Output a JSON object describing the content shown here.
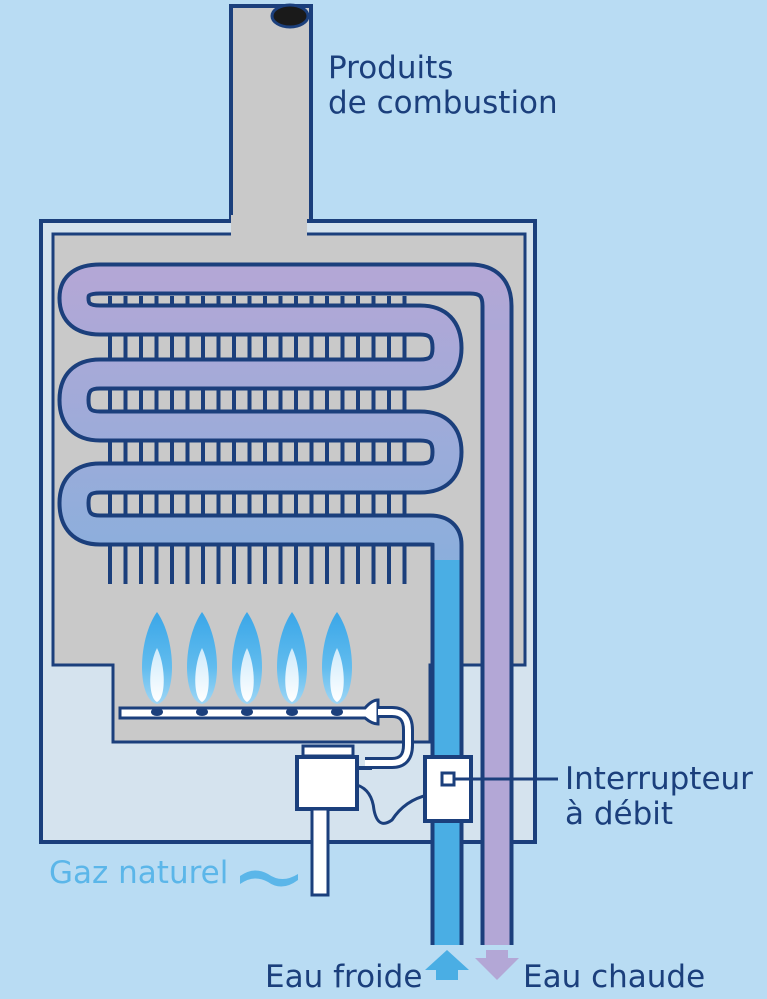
{
  "labels": {
    "combustion_line1": "Produits",
    "combustion_line2": "de combustion",
    "switch_line1": "Interrupteur",
    "switch_line2": "à débit",
    "gas": "Gaz naturel",
    "cold_water": "Eau froide",
    "hot_water": "Eau chaude"
  },
  "colors": {
    "background": "#b9dcf3",
    "outline": "#1b3f7c",
    "casing_fill": "#c9c9c9",
    "casing_lower": "#d5e3ee",
    "cold_water": "#4aaee4",
    "hot_water": "#b3a7d6",
    "flame": "#47aeea",
    "gas_label": "#5bb6e9",
    "component_fill": "#ffffff"
  },
  "icons": {
    "flames": "flame-icon",
    "cold_arrow": "arrow-up-icon",
    "hot_arrow": "arrow-down-icon",
    "gas_wave": "wave-icon"
  },
  "flame_count": 5
}
